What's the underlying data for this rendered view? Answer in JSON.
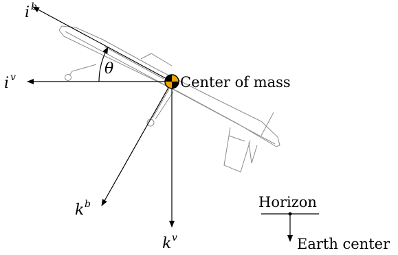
{
  "labels": {
    "ib_base": "i",
    "ib_sup": "b",
    "iv_base": "i",
    "iv_sup": "v",
    "kb_base": "k",
    "kb_sup": "b",
    "kv_base": "k",
    "kv_sup": "v",
    "theta": "θ",
    "center_of_mass": "Center of mass",
    "horizon": "Horizon",
    "earth_center": "Earth center"
  },
  "colors": {
    "com_marker": "#f5a300",
    "aircraft_outline": "#8a8a8a"
  },
  "icons": {
    "center_of_mass": "center-of-mass-icon"
  }
}
